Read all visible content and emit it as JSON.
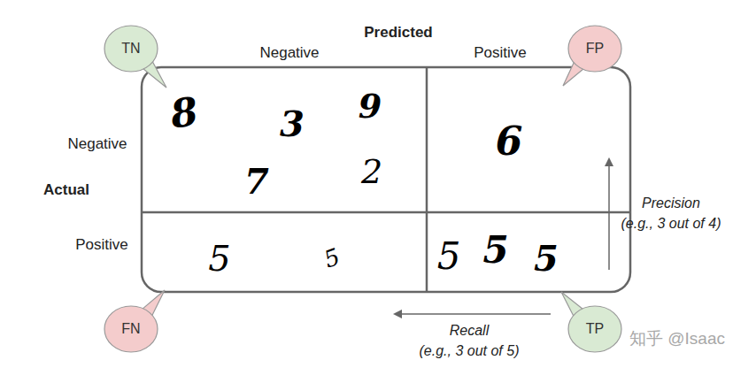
{
  "diagram": {
    "nodes": [
      {
        "text": [
          "TN"
        ]
      },
      {
        "text": [
          "FP"
        ]
      },
      {
        "text": [
          "FN"
        ]
      },
      {
        "text": [
          "TP"
        ]
      }
    ],
    "labels": [
      "Predicted",
      "Negative",
      "Positive",
      "Negative",
      "Actual",
      "Positive",
      "8",
      "3",
      "9",
      "7",
      "2",
      "6",
      "5",
      "5",
      "5",
      "5",
      "5",
      "Precision",
      "(e.g., 3 out of 4)",
      "Recall",
      "(e.g., 3 out of 5)",
      "知乎 @Isaac"
    ]
  }
}
